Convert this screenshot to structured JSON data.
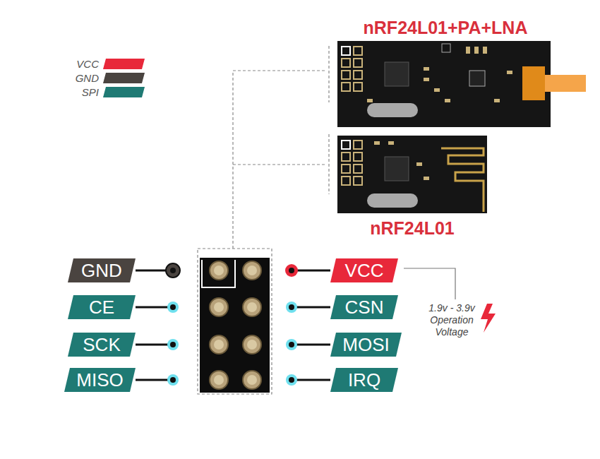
{
  "diagram": {
    "nodes": [
      {
        "text": [
          "nRF24L01+PA+LNA"
        ]
      },
      {
        "text": [
          "nRF24L01"
        ]
      },
      {
        "text": [
          "GND"
        ]
      },
      {
        "text": [
          "VCC"
        ]
      },
      {
        "text": [
          "CE"
        ]
      },
      {
        "text": [
          "CSN"
        ]
      },
      {
        "text": [
          "SCK"
        ]
      },
      {
        "text": [
          "MOSI"
        ]
      },
      {
        "text": [
          "MISO"
        ]
      },
      {
        "text": [
          "IRQ"
        ]
      }
    ],
    "labels": [
      "1.9v - 3.9v Operation Voltage"
    ],
    "legend": [
      {
        "text": "VCC",
        "color": "#e8283a"
      },
      {
        "text": "GND",
        "color": "#4a4440"
      },
      {
        "text": "SPI",
        "color": "#1f7a74"
      }
    ]
  }
}
